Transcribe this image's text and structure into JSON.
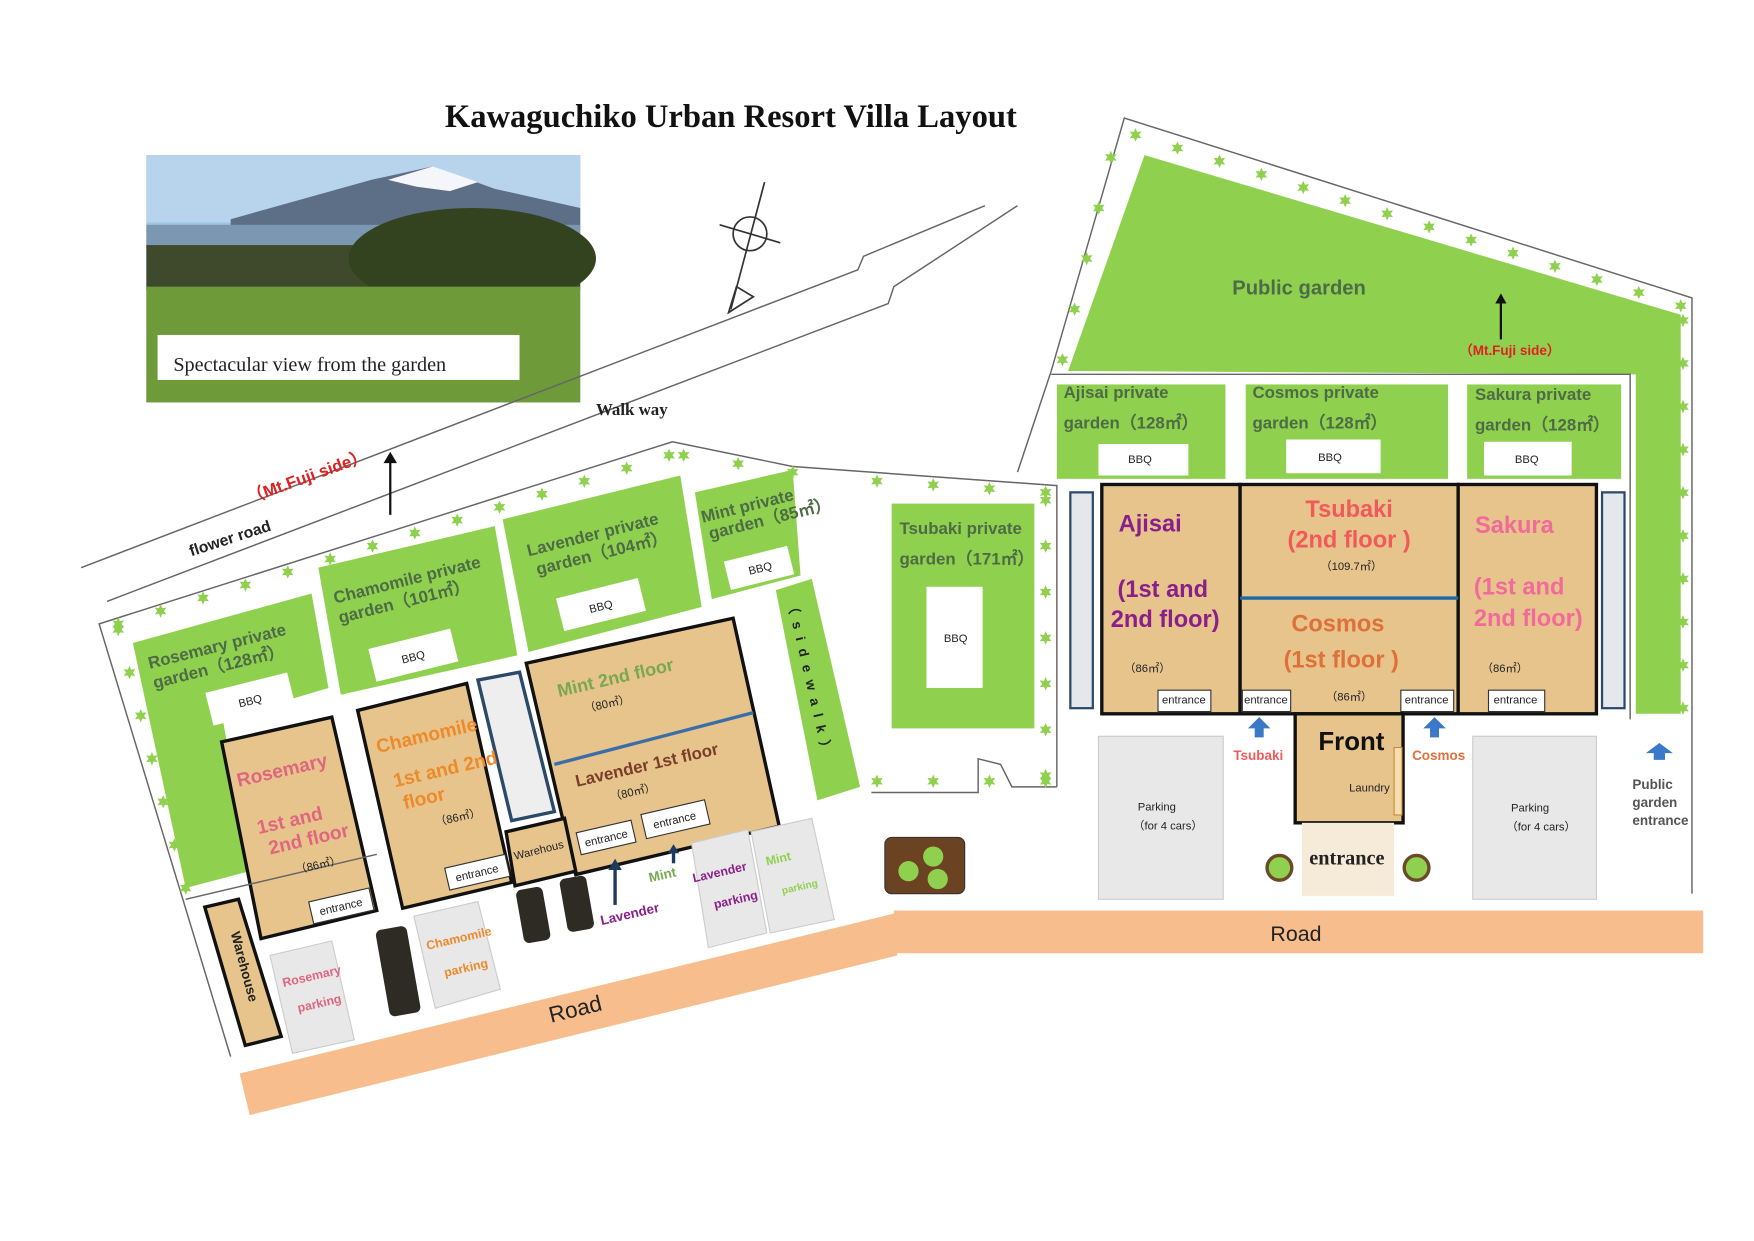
{
  "title": "Kawaguchiko Urban Resort Villa Layout",
  "photo": {
    "caption": "Spectacular view from the garden"
  },
  "labels": {
    "walk_way": "Walk way",
    "flower_road": "flower road",
    "mt_fuji_left": "（Mt.Fuji side）",
    "mt_fuji_right": "（Mt.Fuji side）",
    "public_garden": "Public garden",
    "sidewalk": "（ s i d e w a l k ）",
    "road_left": "Road",
    "road_right": "Road",
    "public_garden_entrance": [
      "Public",
      "garden",
      "entrance"
    ]
  },
  "gardens": {
    "rosemary": [
      "Rosemary private",
      "garden（128㎡）"
    ],
    "chamomile": [
      "Chamomile private",
      "garden（101㎡）"
    ],
    "lavender": [
      "Lavender private",
      "garden（104㎡）"
    ],
    "mint": [
      "Mint private",
      "garden（85㎡）"
    ],
    "tsubaki": [
      "Tsubaki private",
      "garden（171㎡）"
    ],
    "ajisai": [
      "Ajisai private",
      "garden（128㎡）"
    ],
    "cosmos": [
      "Cosmos private",
      "garden（128㎡）"
    ],
    "sakura": [
      "Sakura private",
      "garden（128㎡）"
    ]
  },
  "bbq": "BBQ",
  "entrance": "entrance",
  "houses": {
    "rosemary": {
      "name": "Rosemary",
      "floors": [
        "1st and",
        "2nd floor"
      ],
      "area": "（86㎡）",
      "color": "#e06680"
    },
    "chamomile": {
      "name": "Chamomile",
      "floors": [
        "1st and 2nd",
        "floor"
      ],
      "area": "（86㎡）",
      "color": "#ee8a2a"
    },
    "mint": {
      "name": "Mint 2nd floor",
      "area": "（80㎡）",
      "color": "#7aa850"
    },
    "lavender": {
      "name": "Lavender 1st floor",
      "area": "（80㎡）",
      "color": "#7a3d2a"
    },
    "ajisai": {
      "name": "Ajisai",
      "floors": [
        "(1st and",
        "2nd floor)"
      ],
      "area": "（86㎡）",
      "color": "#8a1f8a"
    },
    "tsubaki": {
      "name": "Tsubaki",
      "floors": "(2nd floor )",
      "area": "（109.7㎡）",
      "color": "#f05a5a"
    },
    "cosmos": {
      "name": "Cosmos",
      "floors": "(1st floor )",
      "area": "（86㎡）",
      "color": "#e0703a"
    },
    "sakura": {
      "name": "Sakura",
      "floors": [
        "(1st and",
        "2nd floor)"
      ],
      "area": "（86㎡）",
      "color": "#f26a9a"
    }
  },
  "warehouse": "Warehouse",
  "warehouse_small": "Warehous",
  "front": "Front",
  "laundry": "Laundry",
  "main_entrance": "entrance",
  "parking": {
    "rosemary": [
      "Rosemary",
      "parking"
    ],
    "chamomile": [
      "Chamomile",
      "parking"
    ],
    "lavender": [
      "Lavender",
      "parking"
    ],
    "mint": [
      "Mint",
      "parking"
    ],
    "left_right": [
      "Parking",
      "（for 4 cars）"
    ]
  },
  "arrows": {
    "lavender": "Lavender",
    "mint": "Mint",
    "tsubaki": "Tsubaki",
    "cosmos": "Cosmos"
  },
  "colors": {
    "garden": "#8fd14f",
    "road": "#f7bd8c",
    "house": "#e6c48c",
    "arrow": "#3a78c8",
    "fuji_label": "#e02020"
  }
}
